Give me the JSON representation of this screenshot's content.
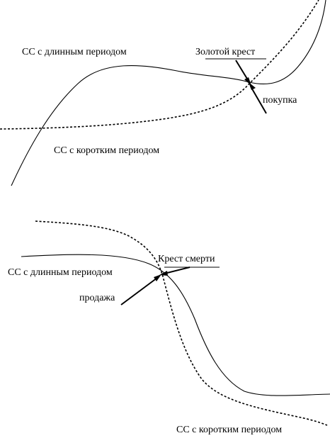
{
  "golden_cross": {
    "long_ma_label": "СС с длинным периодом",
    "short_ma_label": "СС с коротким периодом",
    "cross_label": "Золотой крест",
    "action_label": "покупка"
  },
  "death_cross": {
    "long_ma_label": "СС с длинным периодом",
    "short_ma_label": "СС с коротким периодом",
    "cross_label": "Крест смерти",
    "action_label": "продажа"
  }
}
